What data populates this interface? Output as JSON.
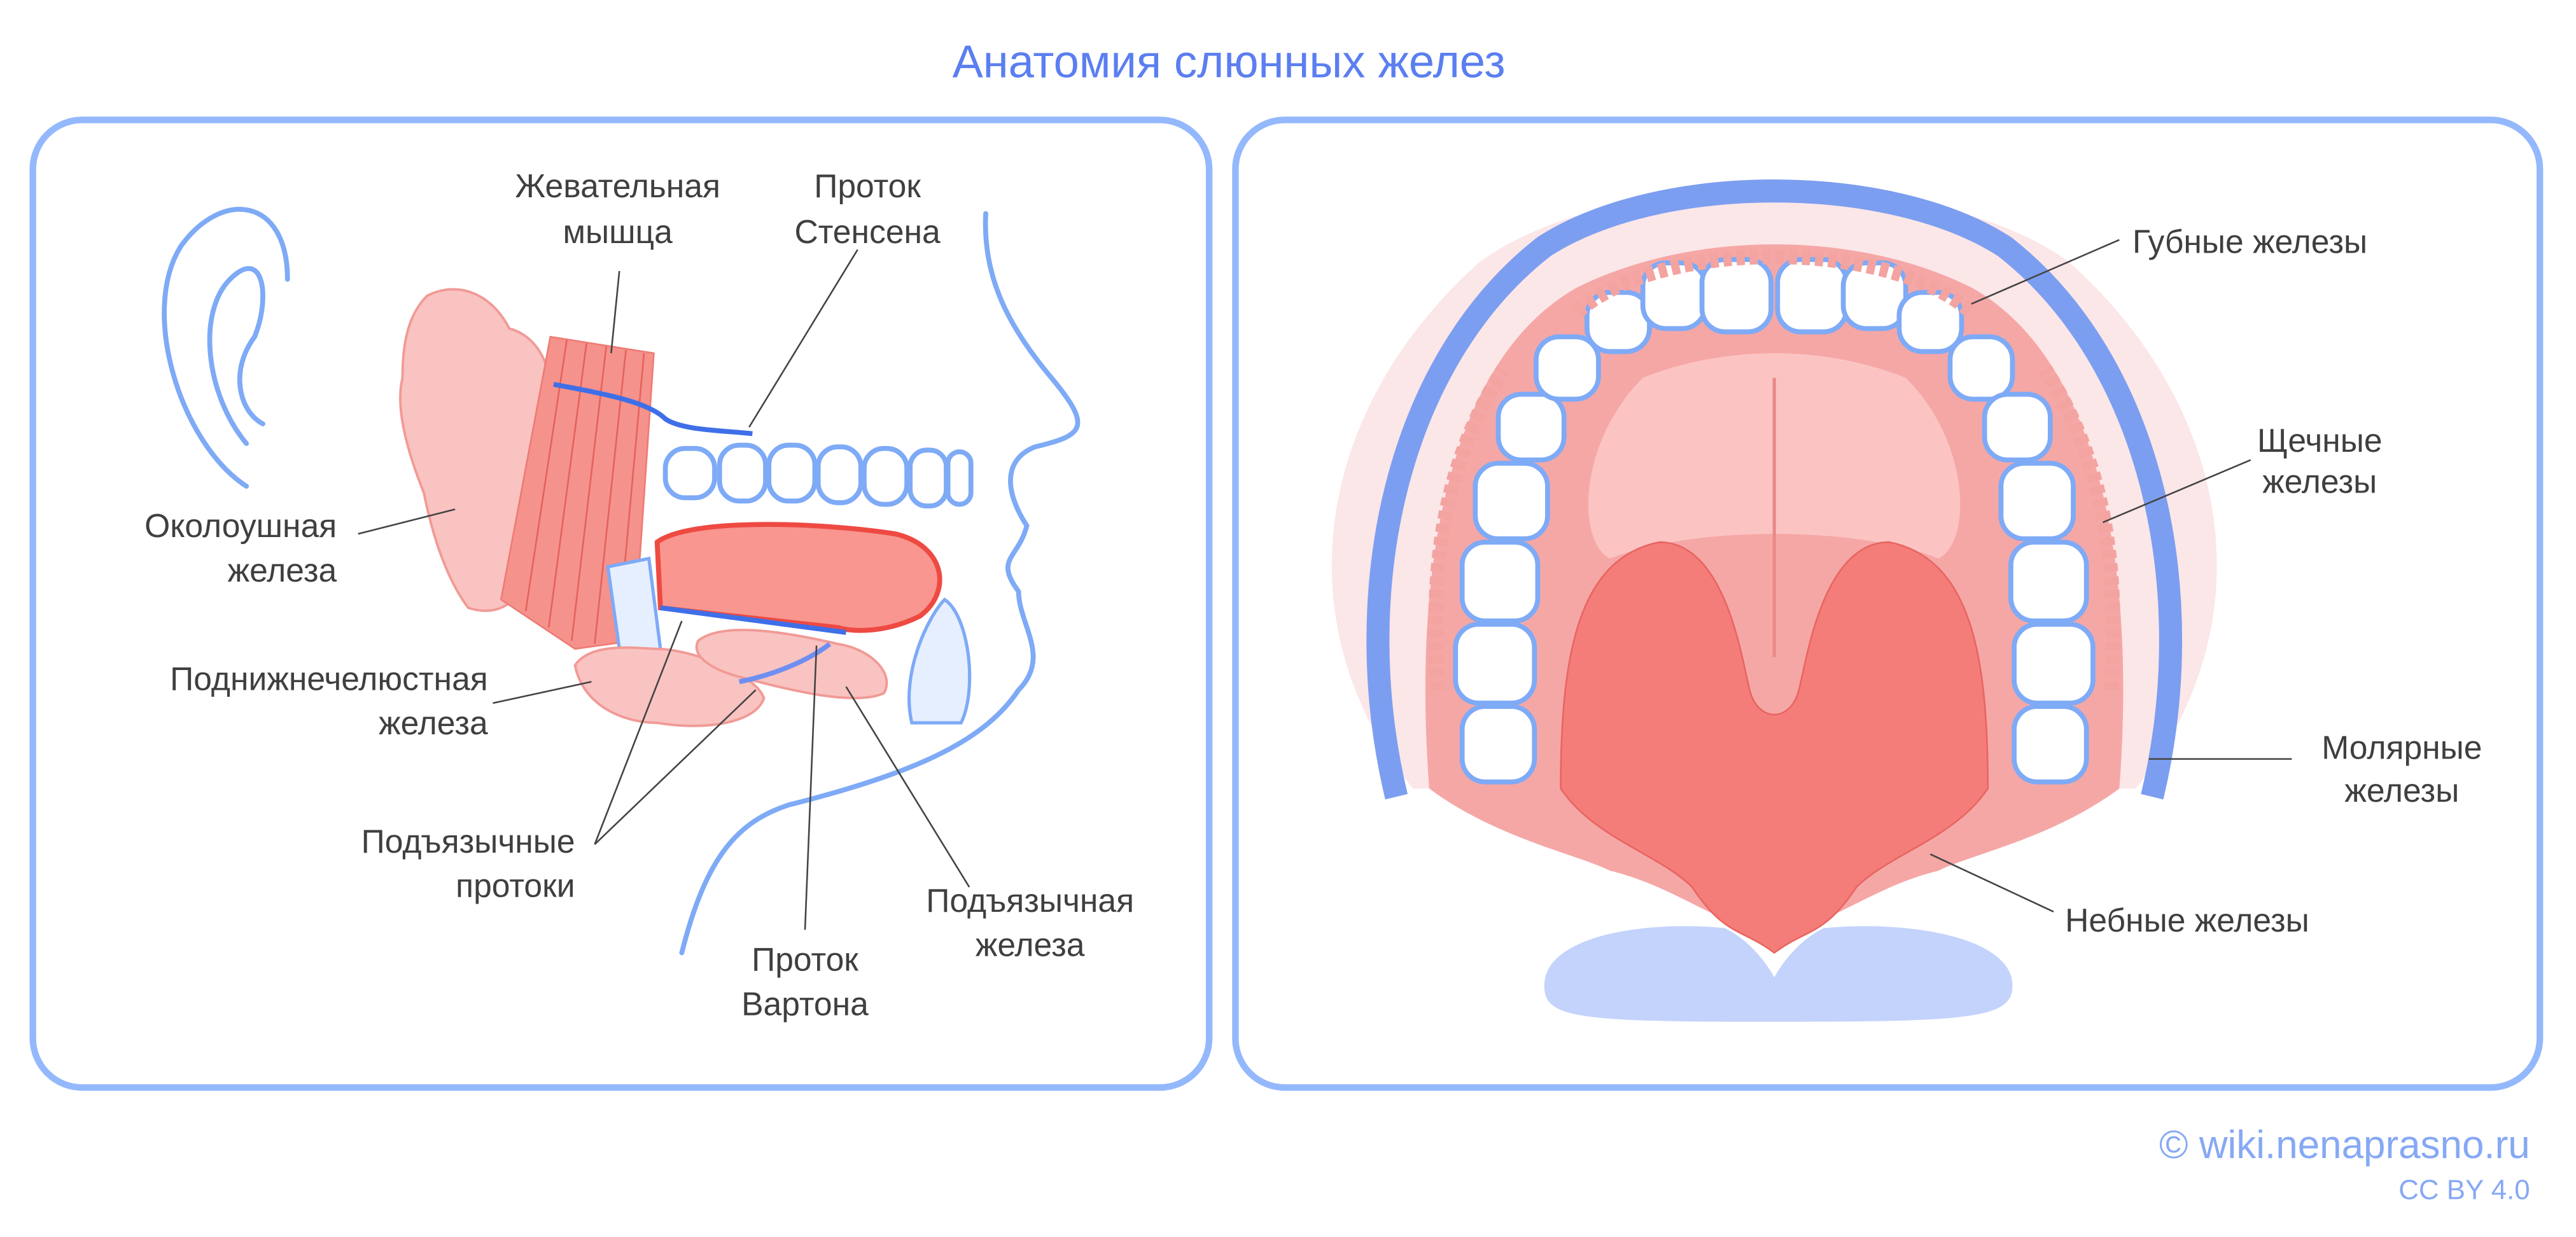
{
  "title": "Анатомия слюнных желез",
  "colors": {
    "title": "#5b7ef0",
    "panel_border": "#94b8fc",
    "gland": "#f9c3c1",
    "tongue": "#f8968f",
    "outline": "#7eaaf6",
    "duct": "#3f6fe8",
    "footer": "#86a8f5"
  },
  "left_panel": {
    "labels": {
      "masseter": [
        "Жевательная",
        "мышца"
      ],
      "stensen_duct": [
        "Проток",
        "Стенсена"
      ],
      "parotid": [
        "Околоушная",
        "железа"
      ],
      "submandibular": [
        "Поднижнечелюстная",
        "железа"
      ],
      "sublingual_ducts": [
        "Подъязычные",
        "протоки"
      ],
      "wharton_duct": [
        "Проток",
        "Вартона"
      ],
      "sublingual": [
        "Подъязычная",
        "железа"
      ]
    }
  },
  "right_panel": {
    "labels": {
      "labial": [
        "Губные железы"
      ],
      "buccal": [
        "Щечные",
        "железы"
      ],
      "molar": [
        "Молярные",
        "железы"
      ],
      "palatine": [
        "Небные железы"
      ]
    }
  },
  "footer": {
    "copyright": "© wiki.nenaprasno.ru",
    "license": "CC BY 4.0"
  }
}
